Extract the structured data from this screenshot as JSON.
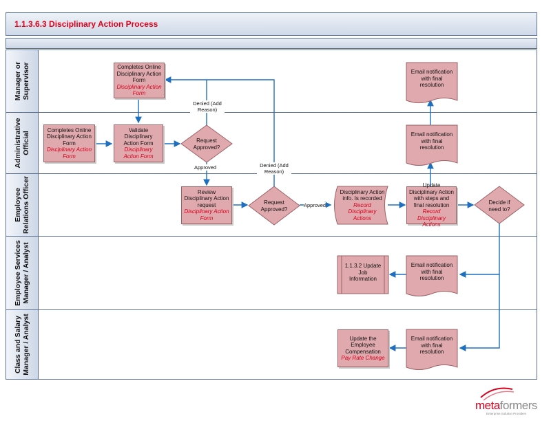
{
  "title": "1.1.3.6.3 Disciplinary Action Process",
  "lanes": [
    {
      "label_l1": "Manager or",
      "label_l2": "Supervisor"
    },
    {
      "label_l1": "Administrative",
      "label_l2": "Official"
    },
    {
      "label_l1": "Employee",
      "label_l2": "Relations Officer"
    },
    {
      "label_l1": "Employee Services",
      "label_l2": "Manager / Analyst"
    },
    {
      "label_l1": "Class and Salary",
      "label_l2": "Manager / Analyst"
    }
  ],
  "nodes": {
    "mgr_form": {
      "text": "Completes Online Disciplinary Action Form",
      "sub": "Disciplinary Action Form"
    },
    "mgr_email": {
      "text": "Email notification with final resolution"
    },
    "admin_form": {
      "text": "Completes Online Disciplinary Action Form",
      "sub": "Disciplinary Action Form"
    },
    "admin_validate": {
      "text": "Validate Disciplinary Action Form",
      "sub": "Disciplinary Action Form"
    },
    "admin_decision": {
      "text": "Request Approved?"
    },
    "admin_email": {
      "text": "Email notification with final resolution"
    },
    "ero_review": {
      "text": "Review Disciplinary Action request",
      "sub": "Disciplinary Action Form"
    },
    "ero_decision": {
      "text": "Request Approved?"
    },
    "ero_record": {
      "text": "Disciplinary Action info. Is recorded",
      "sub": "Record Disciplinary Actions"
    },
    "ero_update": {
      "text": "Update Disciplinary Action with steps and final resolution",
      "sub": "Record Disciplinary Actions"
    },
    "ero_decide": {
      "text": "Decide if need to?"
    },
    "esm_job": {
      "text": "1.1.3.2 Update Job Information"
    },
    "esm_email": {
      "text": "Email notification with final resolution"
    },
    "csm_comp": {
      "text": "Update the Employee Compensation",
      "sub": "Pay Rate Change"
    },
    "csm_email": {
      "text": "Email notification with final resolution"
    }
  },
  "flow_labels": {
    "denied1": "Denied (Add Reason)",
    "approved1": "Approved",
    "denied2": "Denied (Add Reason)",
    "approved2": "Approved"
  },
  "logo": {
    "brand_a": "meta",
    "brand_b": "formers",
    "tagline": "Enterprise Solution Providers"
  },
  "colors": {
    "box_fill": "#e0a9ad",
    "title_red": "#e0001a",
    "arrow_blue": "#1f6fbf"
  }
}
